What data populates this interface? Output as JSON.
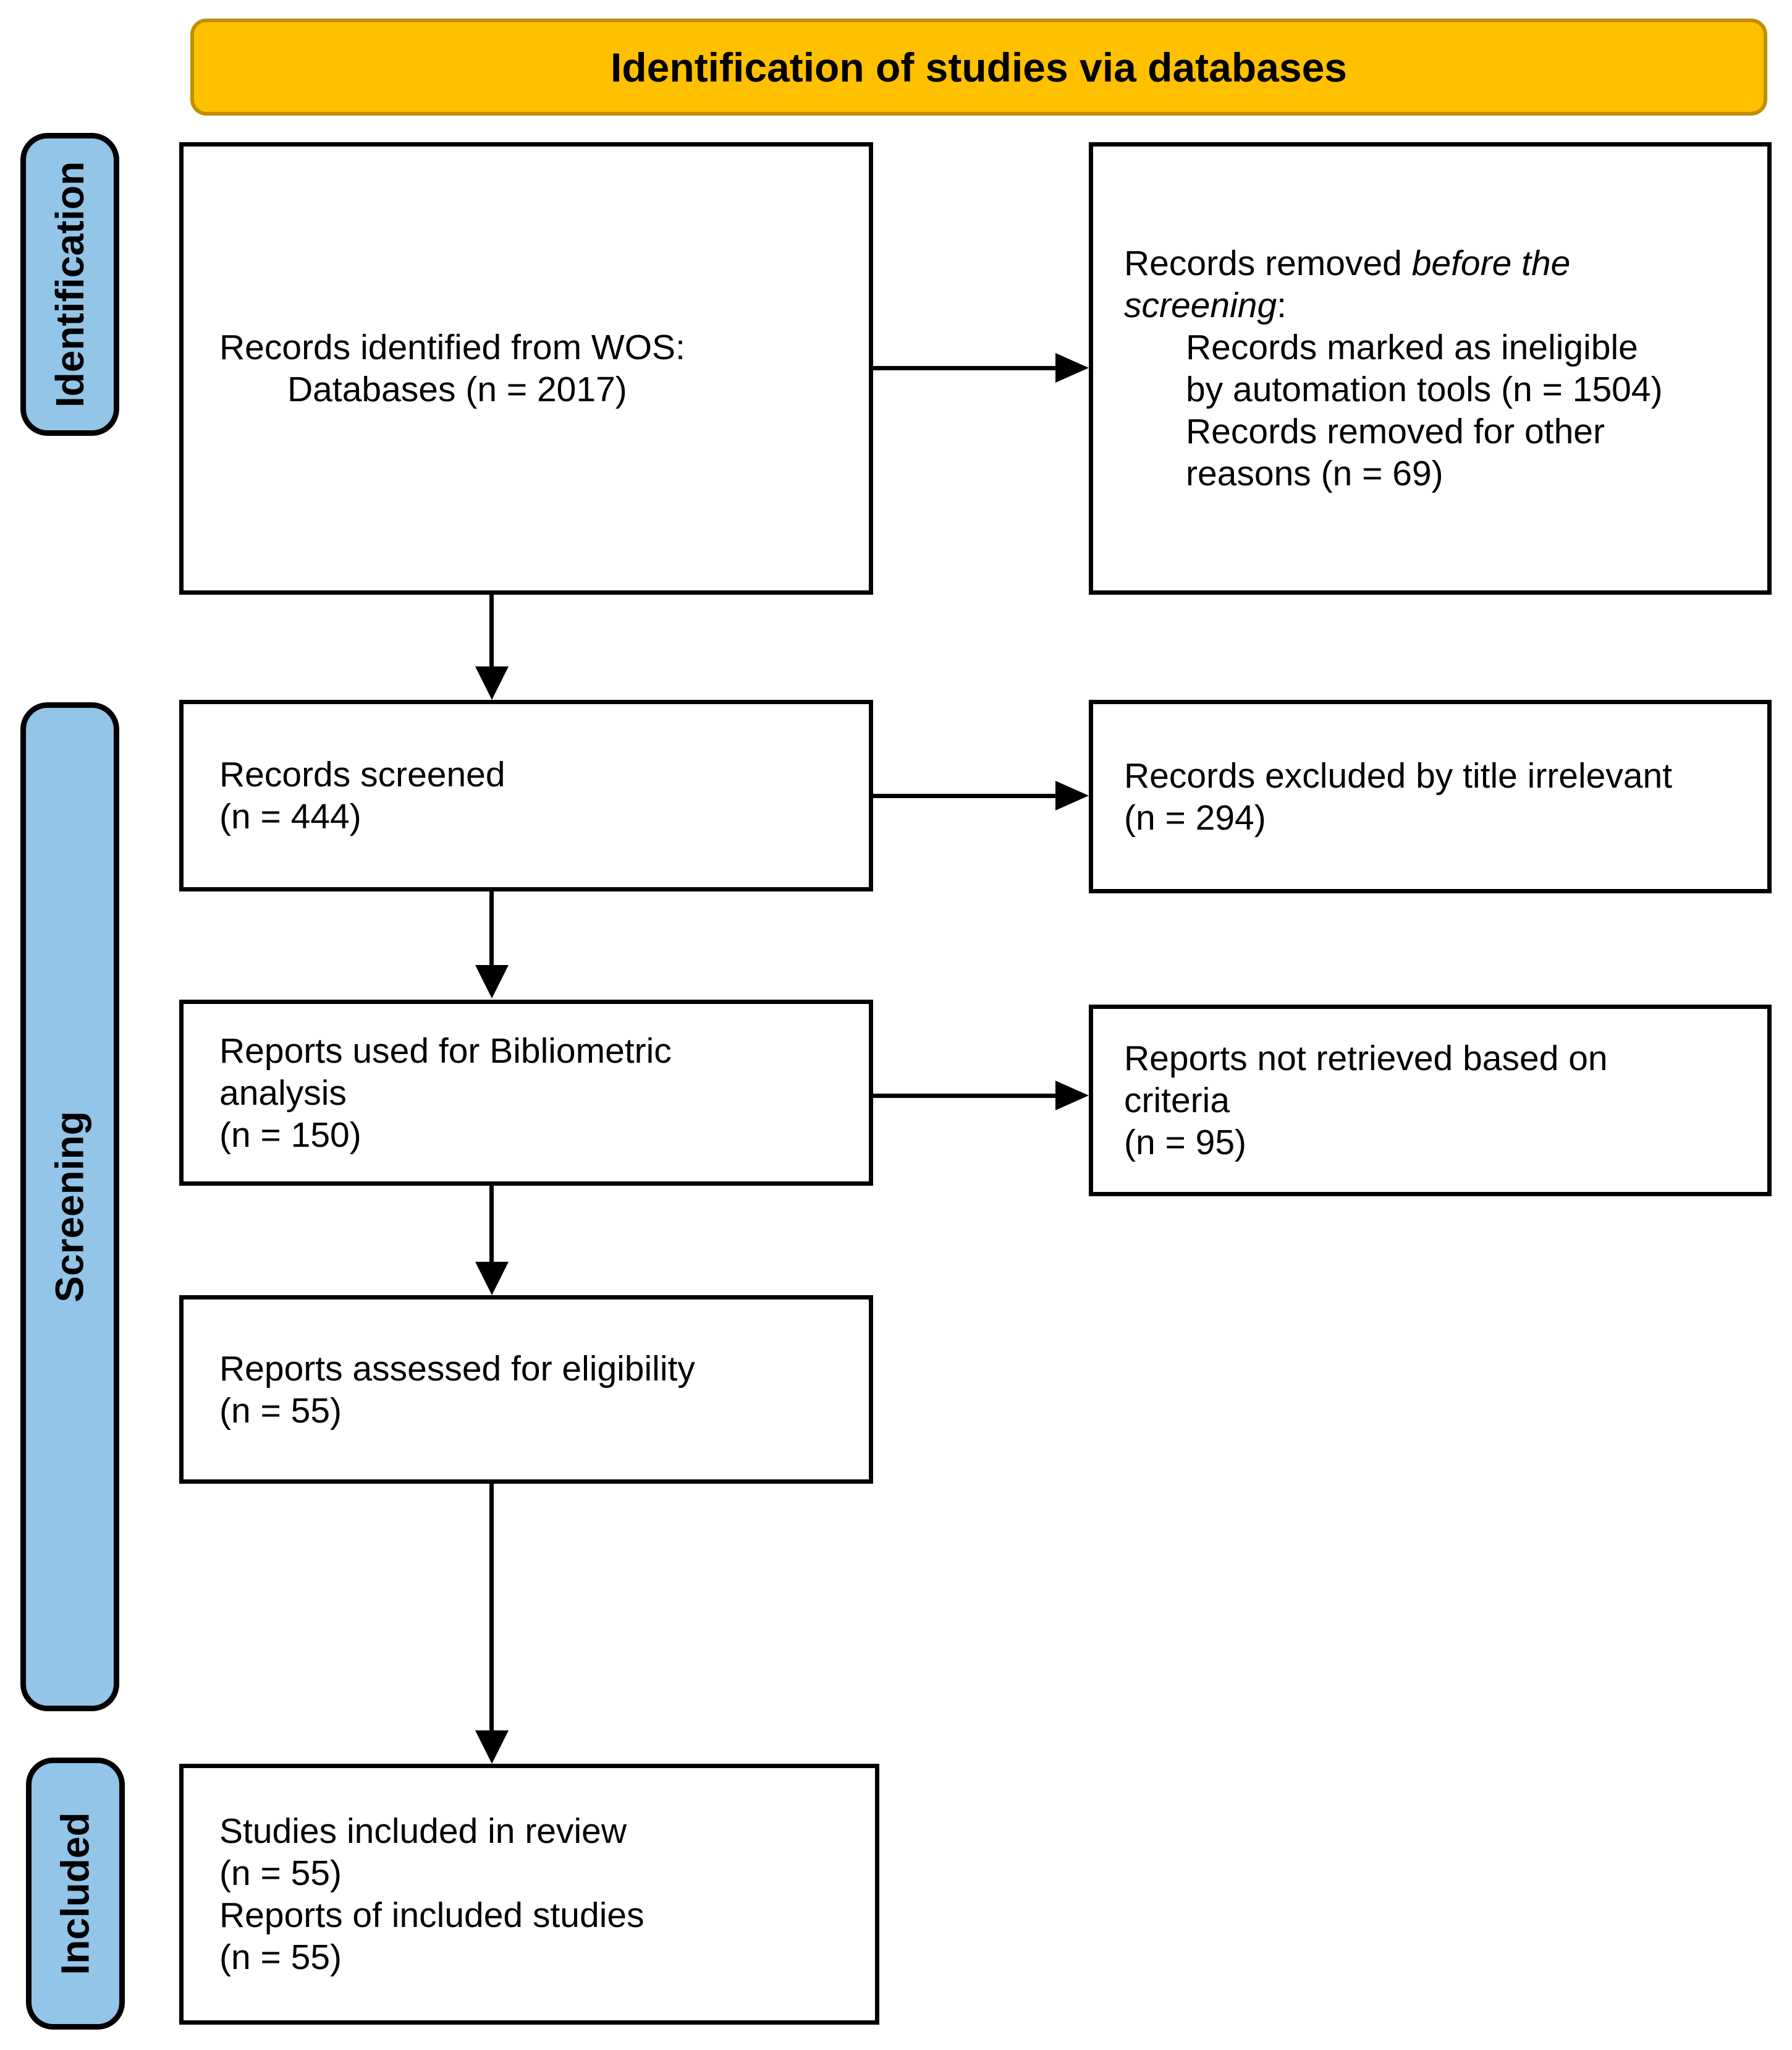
{
  "banner": {
    "title": "Identification of studies via databases"
  },
  "stages": {
    "identification": "Identification",
    "screening": "Screening",
    "included": "Included"
  },
  "boxes": {
    "records_identified": {
      "line1": "Records identified from WOS:",
      "line2": "Databases (n = 2017)"
    },
    "records_removed": {
      "prefix": "Records removed ",
      "italic": "before the screening",
      "suffix": ":",
      "items": [
        "Records marked as ineligible by automation tools (n = 1504)",
        "Records removed for other reasons (n = 69)"
      ]
    },
    "records_screened": {
      "line1": "Records screened",
      "line2": "(n = 444)"
    },
    "records_excluded": {
      "line1": "Records excluded by title irrelevant",
      "line2": "(n = 294)"
    },
    "reports_bibliometric": {
      "line1": "Reports used for Bibliometric analysis",
      "line2": "(n = 150)"
    },
    "reports_not_retrieved": {
      "line1": "Reports not retrieved based on criteria",
      "line2": "(n = 95)"
    },
    "reports_assessed": {
      "line1": "Reports assessed for eligibility",
      "line2": "(n = 55)"
    },
    "studies_included": {
      "line1": "Studies included in review",
      "line2": "(n = 55)",
      "line3": "Reports of included studies",
      "line4": "(n = 55)"
    }
  },
  "colors": {
    "banner_fill": "#FFC000",
    "banner_border": "#BF8F00",
    "stage_fill": "#92C5E8",
    "box_border": "#000000",
    "arrow_color": "#000000",
    "text_color": "#000000"
  }
}
